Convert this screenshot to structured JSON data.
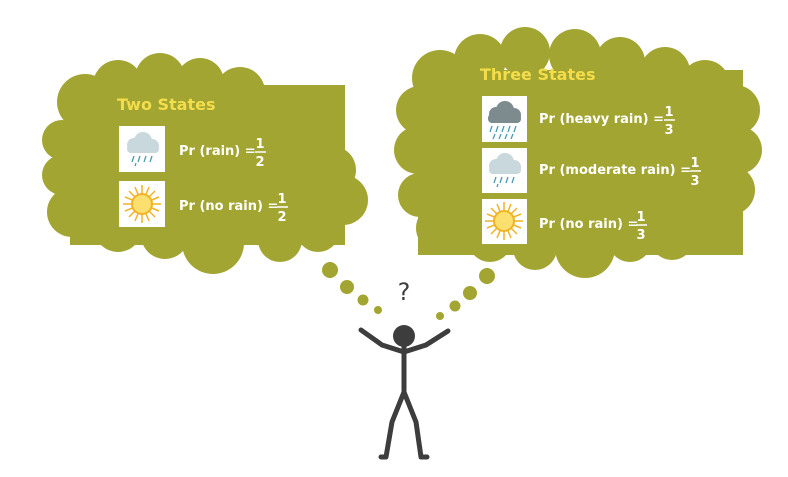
{
  "colors": {
    "cloud": "#a3a532",
    "title": "#f3dd4a",
    "figure": "#3d3d3d"
  },
  "two_states": {
    "title": "Two States",
    "rows": [
      {
        "icon": "rain-cloud-icon",
        "label": "Pr (rain) =",
        "num": "1",
        "den": "2"
      },
      {
        "icon": "sun-icon",
        "label": "Pr (no rain) =",
        "num": "1",
        "den": "2"
      }
    ]
  },
  "three_states": {
    "title": "Three States",
    "rows": [
      {
        "icon": "heavy-rain-cloud-icon",
        "label": "Pr (heavy rain) =",
        "num": "1",
        "den": "3"
      },
      {
        "icon": "rain-cloud-icon",
        "label": "Pr (moderate rain) =",
        "num": "1",
        "den": "3"
      },
      {
        "icon": "sun-icon",
        "label": "Pr (no rain) =",
        "num": "1",
        "den": "3"
      }
    ]
  },
  "question": "?"
}
